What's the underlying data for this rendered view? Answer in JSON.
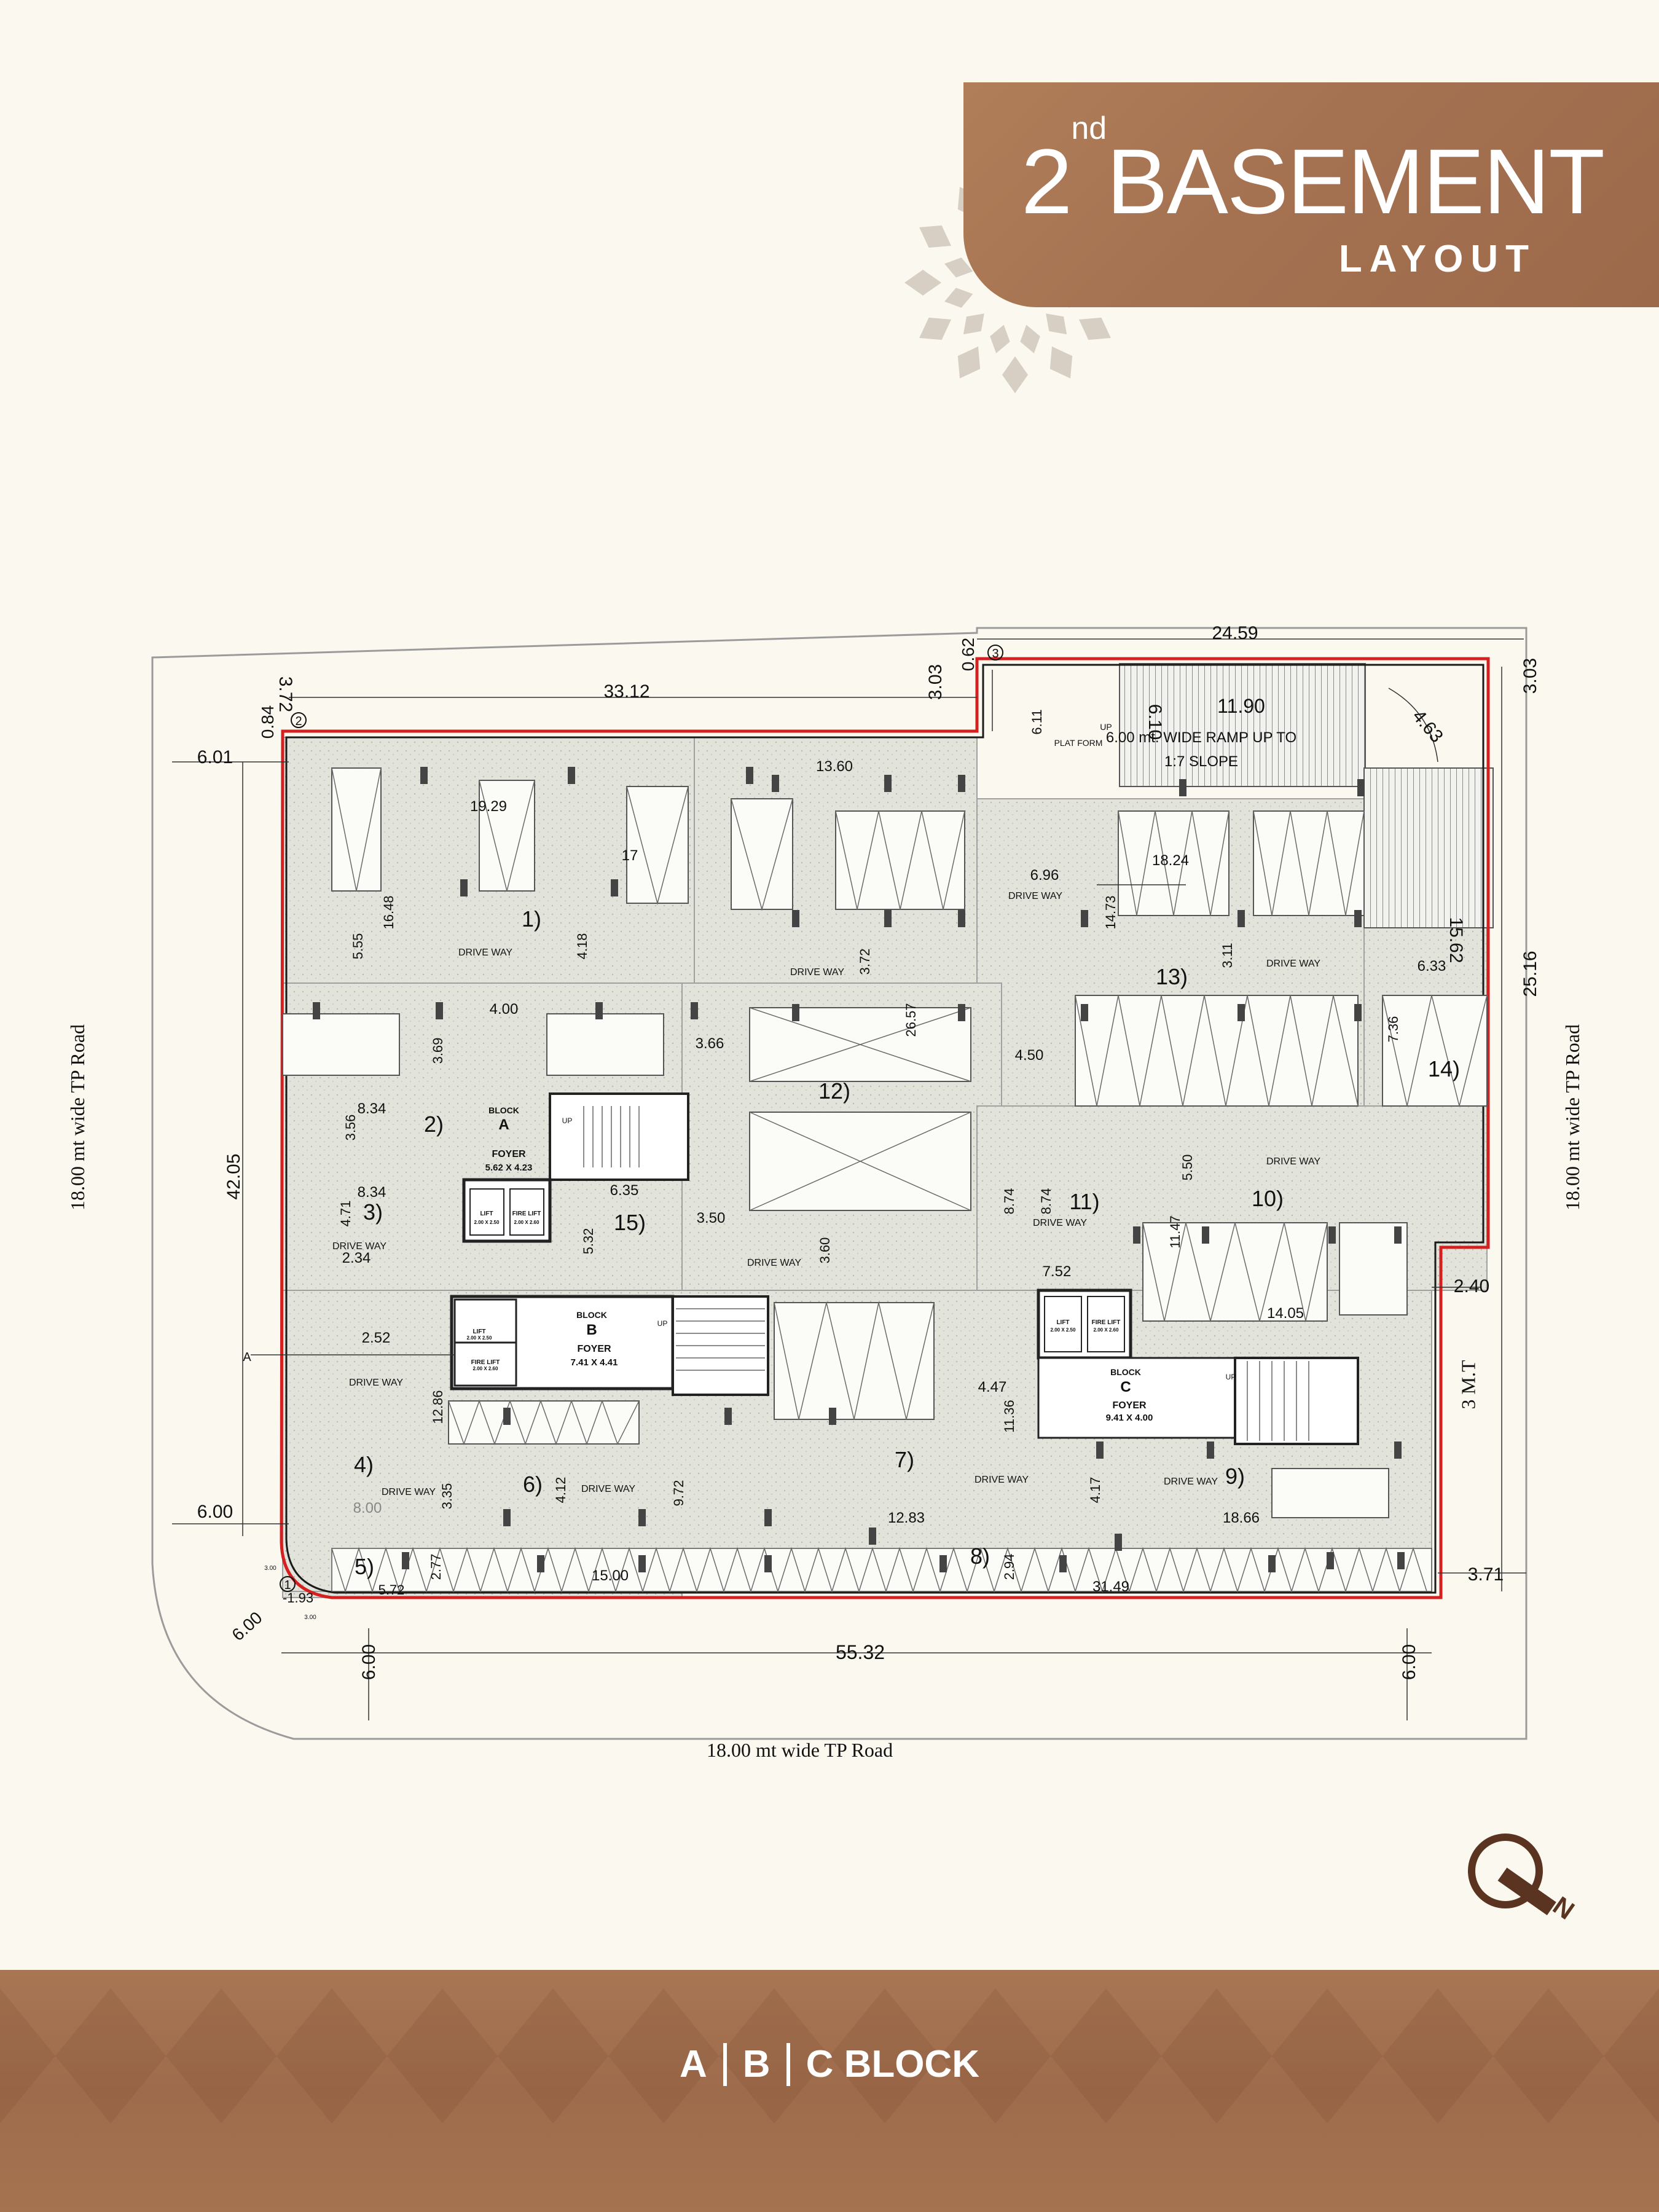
{
  "header": {
    "title_ordinal": "2",
    "title_superscript": "nd",
    "title_word": "BASEMENT",
    "subtitle": "LAYOUT"
  },
  "footer": {
    "blocks": [
      "A",
      "B",
      "C BLOCK"
    ]
  },
  "roads": {
    "left": "18.00 mt wide TP Road",
    "right": "18.00 mt wide TP Road",
    "bottom": "18.00 mt wide TP Road",
    "right_margin": "3 M.T"
  },
  "plan": {
    "ramp_note_line1": "6.00 mt. WIDE RAMP UP TO",
    "ramp_note_line2": "1:7 SLOPE",
    "platform_label": "PLAT FORM",
    "drive_way_label": "DRIVE WAY",
    "up_label": "UP",
    "block_label": "BLOCK",
    "foyer_label": "FOYER",
    "lift_label": "LIFT",
    "fire_lift_label": "FIRE LIFT",
    "blocks": [
      {
        "letter": "A",
        "foyer_size": "5.62 X 4.23",
        "lift_size": "2.00 X 2.50",
        "fire_lift_size": "2.00 X 2.60"
      },
      {
        "letter": "B",
        "foyer_size": "7.41 X 4.41",
        "lift_size": "2.00 X 2.50",
        "fire_lift_size": "2.00 X 2.60"
      },
      {
        "letter": "C",
        "foyer_size": "9.41 X 4.00",
        "lift_size": "2.00 X 2.50",
        "fire_lift_size": "2.00 X 2.60"
      }
    ],
    "zone_numbers": [
      "1)",
      "2)",
      "3)",
      "4)",
      "5)",
      "6)",
      "7)",
      "8)",
      "9)",
      "10)",
      "11)",
      "12)",
      "13)",
      "14)",
      "15)"
    ],
    "circled_marks": [
      "1",
      "2",
      "3"
    ],
    "section_mark": "A",
    "dimensions": {
      "d2459": "24.59",
      "d3312": "33.12",
      "d303a": "3.03",
      "d062": "0.62",
      "d303b": "3.03",
      "d372": "3.72",
      "d084": "0.84",
      "d601": "6.01",
      "d600a": "6.00",
      "d1190": "11.90",
      "d610": "6.10",
      "d611": "6.11",
      "d463": "4.63",
      "d1360": "13.60",
      "d1929": "19.29",
      "d17": "17",
      "d1824": "18.24",
      "d696": "6.96",
      "d1648": "16.48",
      "d555": "5.55",
      "d418": "4.18",
      "d1473": "14.73",
      "d372b": "3.72",
      "d311": "3.11",
      "d1562": "15.62",
      "d633": "6.33",
      "d2516": "25.16",
      "d400": "4.00",
      "d2657": "26.57",
      "d366": "3.66",
      "d369": "3.69",
      "d450": "4.50",
      "d736": "7.36",
      "d834a": "8.34",
      "d356": "3.56",
      "d834b": "8.34",
      "d635": "6.35",
      "d471": "4.71",
      "d4205": "42.05",
      "d874a": "8.74",
      "d874b": "8.74",
      "d550": "5.50",
      "d350": "3.50",
      "d532": "5.32",
      "d234": "2.34",
      "d360": "3.60",
      "d1147": "11.47",
      "d752": "7.52",
      "d240": "2.40",
      "d252": "2.52",
      "d1405": "14.05",
      "d1286": "12.86",
      "d447": "4.47",
      "d1136": "11.36",
      "d412": "4.12",
      "d972": "9.72",
      "d417": "4.17",
      "d335": "3.35",
      "d800": "8.00",
      "d1283": "12.83",
      "d1866": "18.66",
      "d600b": "6.00",
      "d277": "2.77",
      "d1500": "15.00",
      "d294": "2.94",
      "d3149": "31.49",
      "d371": "3.71",
      "d193": "-1.93",
      "d572": "5.72",
      "d600c": "6.00",
      "d5532": "55.32",
      "d600d": "6.00",
      "d600e": "6.00",
      "d300a": "3.00",
      "d300b": "3.00"
    }
  },
  "colors": {
    "brand_brown": "#a47251",
    "background": "#fbf8ef",
    "boundary_red": "#d42020",
    "hatch_fill": "#dfe0d6"
  },
  "icons": {
    "compass": "north-arrow-icon",
    "ornament": "mandala-ornament-icon"
  }
}
